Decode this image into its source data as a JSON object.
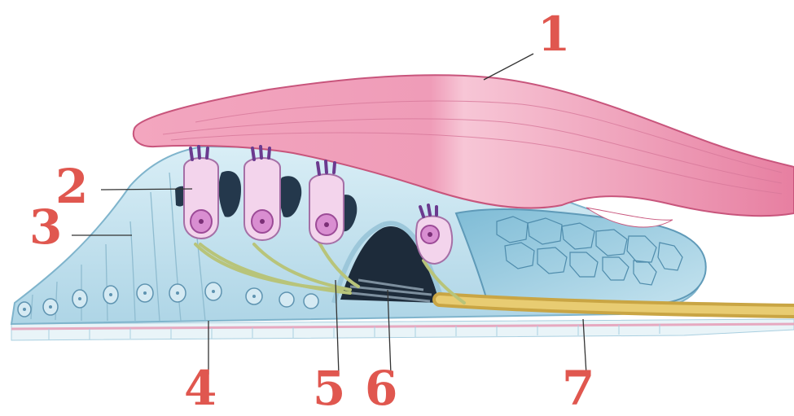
{
  "labels": [
    "1",
    "2",
    "3",
    "4",
    "5",
    "6",
    "7"
  ],
  "colors": {
    "label": "#e0574f",
    "tectorial_membrane": "#ec8aa8",
    "tectorial_highlight": "#f7c1d1",
    "cells": "#bfe1ef",
    "cell_outline": "#7fb4cc",
    "hair_cell": "#f3d4ec",
    "hair_cell_nucleus": "#c46ac0",
    "stereocilia": "#7a3f9a",
    "nerve_fibers": "#d9b85a",
    "basilar_membrane": "#cbe6f0",
    "tunnel": "#1d2b3a"
  }
}
